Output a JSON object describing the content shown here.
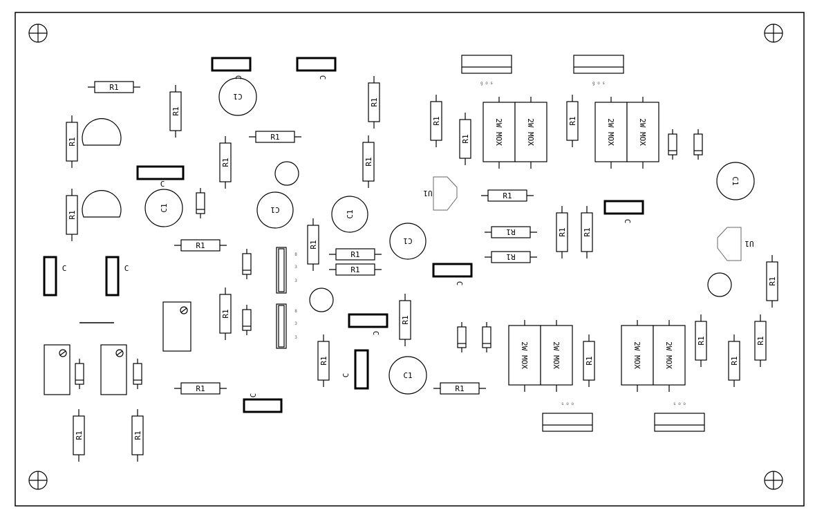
{
  "labels": {
    "resistor": "R1",
    "capacitor": "C1",
    "film_cap": "C",
    "power_resistor": "2W MOX",
    "regulator": "U1",
    "sot_top": "g  o  s",
    "sot_bottom": "s  o  o",
    "dip_pin": "3",
    "dip_pin_top": "8"
  },
  "colors": {
    "stroke": "#000000",
    "background": "#ffffff",
    "faint": "#666666"
  },
  "icons": {
    "mounting_hole": "crosshair-circle-icon",
    "trimmer": "trimmer-screw-icon"
  }
}
